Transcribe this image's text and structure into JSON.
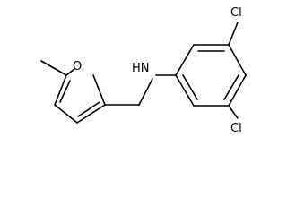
{
  "molecule": {
    "atoms": {
      "oxygen": "O",
      "amine": "HN",
      "chlorine_top": "Cl",
      "chlorine_bottom": "Cl"
    }
  }
}
